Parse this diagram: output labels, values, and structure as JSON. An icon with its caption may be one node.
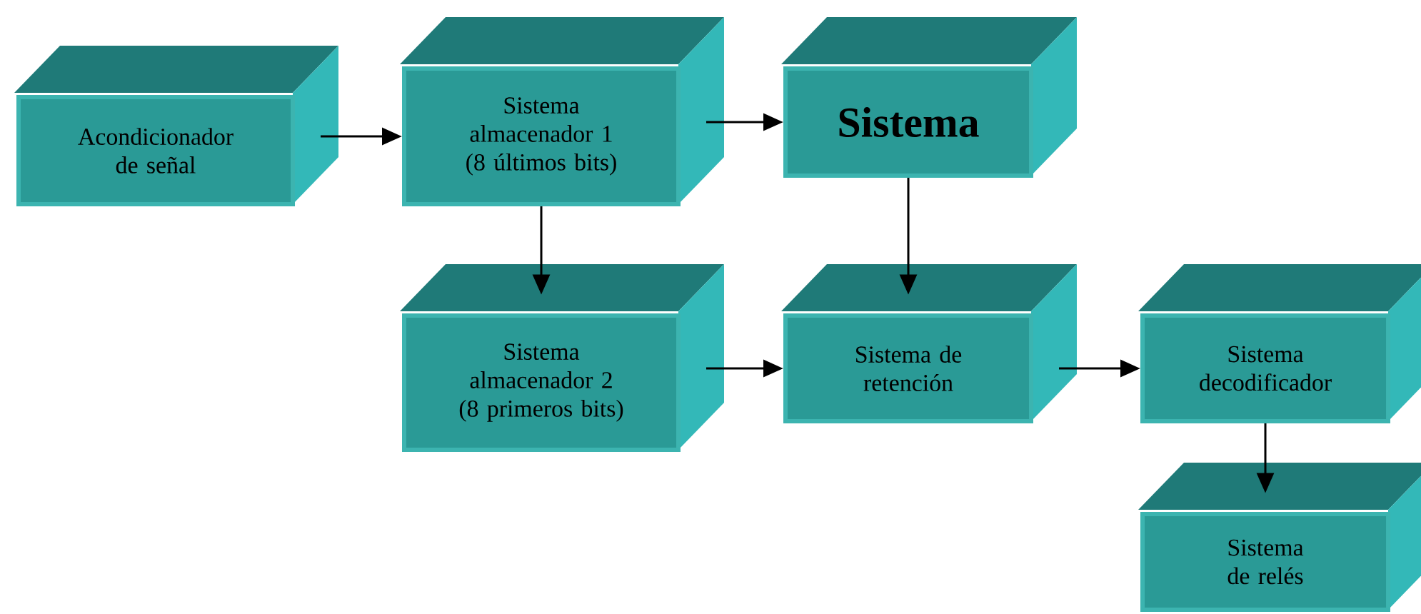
{
  "diagram": {
    "nodes": [
      {
        "text": [
          "Acondicionador de señal"
        ]
      },
      {
        "text": [
          "Sistema almacenador 1 (8 últimos bits)"
        ]
      },
      {
        "text": [
          "Sistema"
        ]
      },
      {
        "text": [
          "Sistema almacenador 2 (8 primeros bits)"
        ]
      },
      {
        "text": [
          "Sistema de retención"
        ]
      },
      {
        "text": [
          "Sistema decodificador"
        ]
      },
      {
        "text": [
          "Sistema de relés"
        ]
      }
    ],
    "edges": [
      {
        "from": 0,
        "to": 1,
        "arrow": "to"
      },
      {
        "from": 1,
        "to": 2,
        "arrow": "to"
      },
      {
        "from": 1,
        "to": 3,
        "arrow": "to"
      },
      {
        "from": 2,
        "to": 4,
        "arrow": "to"
      },
      {
        "from": 3,
        "to": 4,
        "arrow": "to"
      },
      {
        "from": 4,
        "to": 5,
        "arrow": "to"
      },
      {
        "from": 5,
        "to": 6,
        "arrow": "to"
      }
    ]
  }
}
